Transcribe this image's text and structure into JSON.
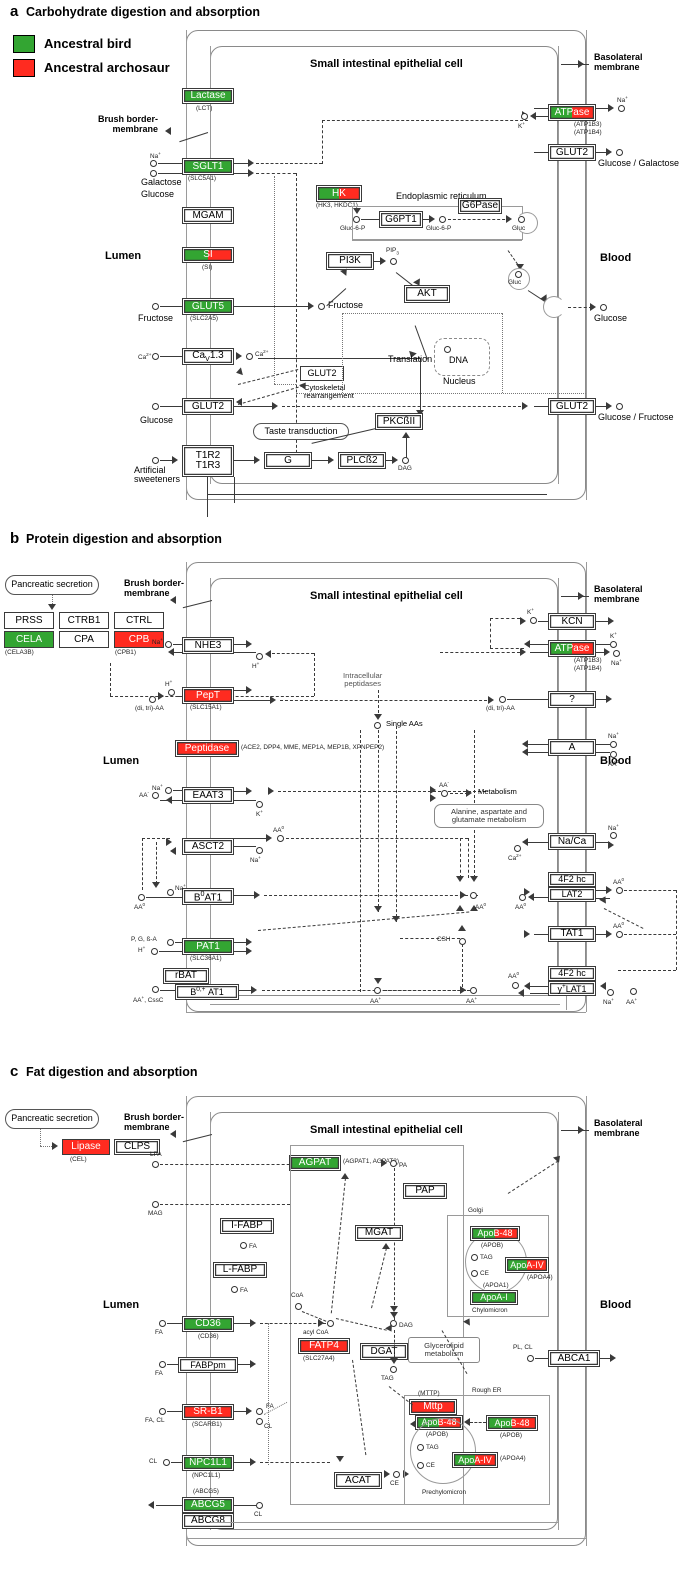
{
  "figure": {
    "legend": {
      "items": [
        {
          "label": "Ancestral bird",
          "color": "#33a532"
        },
        {
          "label": "Ancestral archosaur",
          "color": "#ff2b20"
        }
      ]
    },
    "panels": [
      {
        "letter": "a",
        "title": "Carbohydrate digestion and absorption"
      },
      {
        "letter": "b",
        "title": "Protein digestion and absorption"
      },
      {
        "letter": "c",
        "title": "Fat digestion and absorption"
      }
    ]
  },
  "common": {
    "cell_label": "Small intestinal epithelial cell",
    "brush_border": "Brush border-\nmembrane",
    "basolateral": "Basolateral\nmembrane",
    "lumen": "Lumen",
    "blood": "Blood",
    "pancreatic_secretion": "Pancreatic secretion"
  },
  "panel_a": {
    "nodes": {
      "lactase": "Lactase",
      "lactase_gene": "(LCT)",
      "sglt1": "SGLT1",
      "sglt1_gene": "(SLC5A1)",
      "mgam": "MGAM",
      "si": "SI",
      "si_gene": "(SI)",
      "glut5": "GLUT5",
      "glut5_gene": "(SLC2A5)",
      "cav13": "Ca",
      "cav13_sub": "V",
      "cav13_rest": "1.3",
      "glut2_lumen": "GLUT2",
      "t1r2": "T1R2",
      "t1r3": "T1R3",
      "g": "G",
      "plcb2": "PLCß2",
      "pkcbii": "PKCßII",
      "taste": "Taste transduction",
      "glut2_vesicle": "GLUT2",
      "cytoskeletal": "Cytoskeletal\nrearrangement",
      "atpase": "ATPase",
      "atpase_gene1": "(ATP1B3)",
      "atpase_gene2": "(ATP1B4)",
      "glut2_baso_top": "GLUT2",
      "glut2_baso_bottom": "GLUT2",
      "hk": "HK",
      "hk_gene": "(HK3, HKDC1)",
      "g6pt1": "G6PT1",
      "g6pase": "G6Pase",
      "er": "Endoplasmic reticulum",
      "pi3k": "PI3K",
      "akt": "AKT",
      "translation": "Translation",
      "dna": "DNA",
      "nucleus": "Nucleus"
    },
    "metabolites": {
      "na": "Na",
      "k": "K",
      "galactose": "Galactose",
      "glucose": "Glucose",
      "fructose": "Fructose",
      "ca": "Ca",
      "artificial_sweeteners": "Artificial\nsweeteners",
      "dag": "DAG",
      "pip3": "PIP",
      "gluc6p": "Gluc-6-P",
      "gluc": "Gluc",
      "glucose_galactose_out": "Glucose / Galactose",
      "glucose_fructose_out": "Glucose / Fructose",
      "glucose_out": "Glucose",
      "fructose_cyto": "Fructose"
    }
  },
  "panel_b": {
    "pancreatic": {
      "prss": "PRSS",
      "ctrb1": "CTRB1",
      "ctrl": "CTRL",
      "cela": "CELA",
      "cela_gene": "(CELA3B)",
      "cpa": "CPA",
      "cpb": "CPB",
      "cpb_gene": "(CPB1)"
    },
    "nodes": {
      "nhe3": "NHE3",
      "pept": "PepT",
      "pept_gene": "(SLC15A1)",
      "peptidase": "Peptidase",
      "peptidase_gene": "(ACE2, DPP4, MME, MEP1A, MEP1B, XPNPEP2)",
      "eaat3": "EAAT3",
      "asct2": "ASCT2",
      "b0at1": "B",
      "b0at1_sup": "0",
      "b0at1_rest": "AT1",
      "pat1": "PAT1",
      "pat1_gene": "(SLC36A1)",
      "rbat": "rBAT",
      "b0plus_at1_pre": "B",
      "b0plus_at1_sup": "0,+",
      "b0plus_at1_rest": "AT1",
      "kcn": "KCN",
      "atpase": "ATPase",
      "atpase_gene1": "(ATP1B3)",
      "atpase_gene2": "(ATP1B4)",
      "unknown": "?",
      "a": "A",
      "naca": "Na/Ca",
      "f4f2hc_1": "4F2 hc",
      "lat2": "LAT2",
      "tat1": "TAT1",
      "f4f2hc_2": "4F2 hc",
      "ypluslat1": "y",
      "ypluslat1_sup": "+",
      "ypluslat1_rest": "LAT1",
      "intracellular_peptidases": "Intracellular\npeptidases",
      "single_aas": "Single AAs",
      "metabolism": "Metabolism",
      "ala_metab": "Alanine, aspartate and\nglutamate metabolism"
    },
    "metabolites": {
      "na": "Na",
      "h": "H",
      "k": "K",
      "ca": "Ca",
      "ditri_aa": "(di, tri)-AA",
      "aa_minus": "AA",
      "aa0": "AA",
      "aa_plus": "AA",
      "pgba": "P, G, ß-A",
      "csh": "CSH",
      "aa_cssc": "AA , CssC",
      "aa": "AA"
    }
  },
  "panel_c": {
    "pancreatic": {
      "lipase": "Lipase",
      "lipase_gene": "(CEL)",
      "clps": "CLPS"
    },
    "nodes": {
      "agpat": "AGPAT",
      "agpat_gene": "(AGPAT1, AGPAT2)",
      "pap": "PAP",
      "mgat": "MGAT",
      "dgat": "DGAT",
      "acat": "ACAT",
      "ifabp": "I-FABP",
      "lfabp": "L-FABP",
      "cd36": "CD36",
      "cd36_gene": "(CD36)",
      "fatp4": "FATP4",
      "fatp4_gene": "(SLC27A4)",
      "fabppm": "FABPpm",
      "srb1": "SR-B1",
      "srb1_gene": "(SCARB1)",
      "npc1l1": "NPC1L1",
      "npc1l1_gene": "(NPC1L1)",
      "abcg5": "ABCG5",
      "abcg5_gene": "(ABCG5)",
      "abcg8": "ABCG8",
      "abca1": "ABCA1",
      "mttp": "Mttp",
      "mttp_gene": "(MTTP)",
      "apob48_golgi": "ApoB-48",
      "apob48_golgi_gene": "(APOB)",
      "apoaiv_golgi": "ApoA-IV",
      "apoaiv_golgi_gene": "(APOA4)",
      "apoai_golgi": "ApoA-I",
      "apoai_golgi_gene": "(APOA1)",
      "apob48_er": "ApoB-48",
      "apob48_er_gene": "(APOB)",
      "apob48_pre": "ApoB-48",
      "apob48_pre_gene": "(APOB)",
      "apoaiv_pre": "ApoA-IV",
      "apoaiv_pre_gene": "(APOA4)",
      "golgi": "Golgi",
      "rough_er": "Rough ER",
      "chylomicron": "Chylomicron",
      "prechylomicron": "Prechylomicron",
      "glycerolipid": "Glycerolipid\nmetabolism"
    },
    "metabolites": {
      "lpa": "LPA",
      "mag": "MAG",
      "pa": "PA",
      "dag": "DAG",
      "tag": "TAG",
      "ce": "CE",
      "fa": "FA",
      "cl": "CL",
      "fa_cl": "FA, CL",
      "pl_cl": "PL, CL",
      "coa": "CoA",
      "acyl_coa": "acyl CoA",
      "tag_vesicle": "TAG",
      "ce_vesicle": "CE"
    }
  }
}
